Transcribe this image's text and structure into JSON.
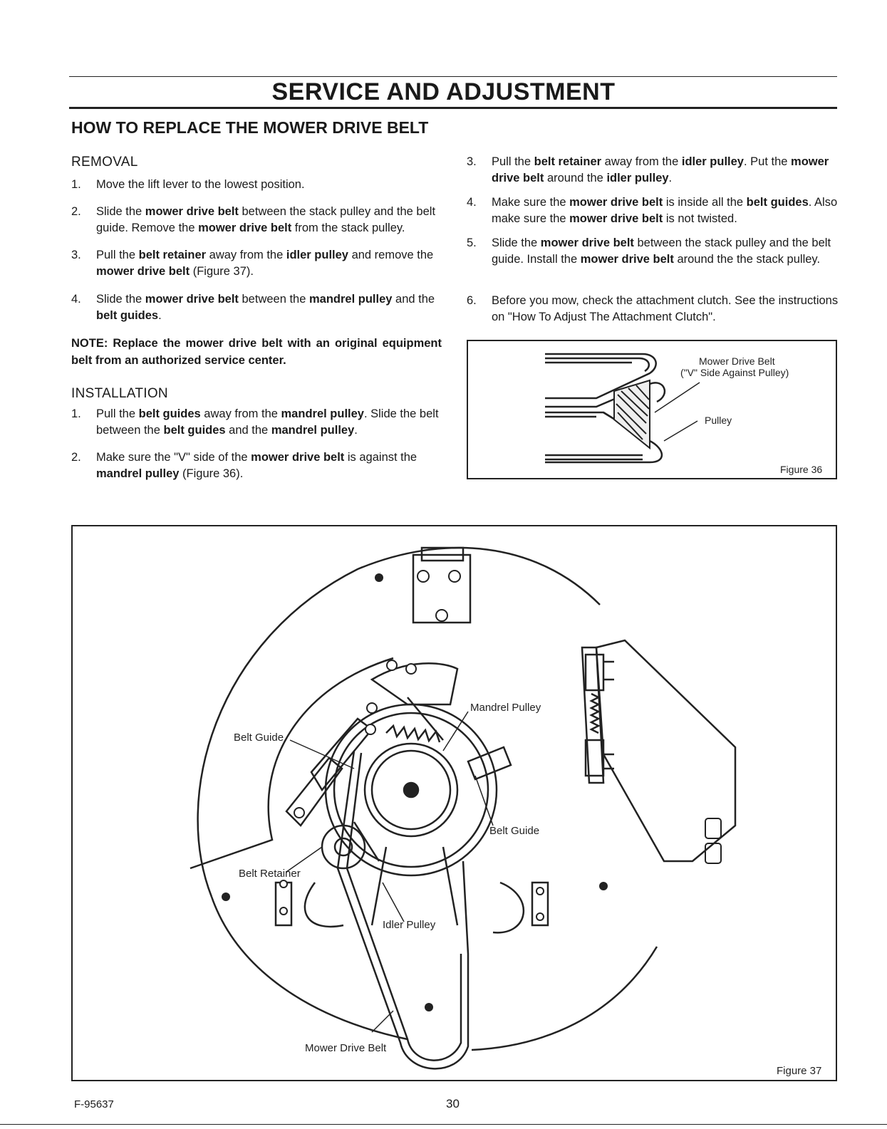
{
  "page_title": "SERVICE AND ADJUSTMENT",
  "section_title": "HOW TO REPLACE THE MOWER DRIVE BELT",
  "removal": {
    "heading": "REMOVAL",
    "steps": [
      {
        "num": "1.",
        "html": "Move the lift lever to the lowest position."
      },
      {
        "num": "2.",
        "html": "Slide the <b>mower drive belt</b> between the stack pulley and the belt guide. Remove the <b>mower drive belt</b> from the stack pulley."
      },
      {
        "num": "3.",
        "html": "Pull the <b>belt retainer</b> away from the <b>idler pulley</b> and remove the <b>mower drive belt</b> (Figure 37)."
      },
      {
        "num": "4.",
        "html": "Slide the <b>mower drive belt</b> between the <b>mandrel pulley</b> and the <b>belt guides</b>."
      }
    ]
  },
  "note": "NOTE: Replace the mower drive belt with an original equipment belt from an authorized service center.",
  "installation": {
    "heading": "INSTALLATION",
    "steps": [
      {
        "num": "1.",
        "html": "Pull the <b>belt guides</b> away from the <b>mandrel pulley</b>. Slide the belt between the <b>belt guides</b> and the <b>mandrel pulley</b>."
      },
      {
        "num": "2.",
        "html": "Make sure the \"V\" side of the <b>mower drive belt</b> is against the <b>mandrel pulley</b> (Figure 36)."
      },
      {
        "num": "3.",
        "html": "Pull the <b>belt retainer</b> away from the <b>idler pulley</b>. Put the <b>mower drive belt</b> around the <b>idler pulley</b>."
      },
      {
        "num": "4.",
        "html": "Make sure the <b>mower drive belt</b> is inside all the <b>belt guides</b>. Also make sure the <b>mower drive belt</b> is not twisted."
      },
      {
        "num": "5.",
        "html": "Slide the <b>mower drive belt</b> between the stack pulley and the belt guide. Install the <b>mower drive belt</b> around the the stack pulley."
      },
      {
        "num": "6.",
        "html": "Before you mow, check the attachment clutch. See the instructions on \"How To Adjust The Attachment Clutch\"."
      }
    ]
  },
  "figure36": {
    "label_belt_line1": "Mower Drive Belt",
    "label_belt_line2": "(\"V\" Side Against Pulley)",
    "label_pulley": "Pulley",
    "caption": "Figure 36"
  },
  "figure37": {
    "label_mandrel": "Mandrel Pulley",
    "label_belt_guide_left": "Belt Guide",
    "label_belt_guide_right": "Belt Guide",
    "label_belt_retainer": "Belt Retainer",
    "label_idler": "Idler Pulley",
    "label_mower_belt": "Mower Drive Belt",
    "caption": "Figure 37"
  },
  "footer": {
    "part_number": "F-95637",
    "page_number": "30"
  }
}
